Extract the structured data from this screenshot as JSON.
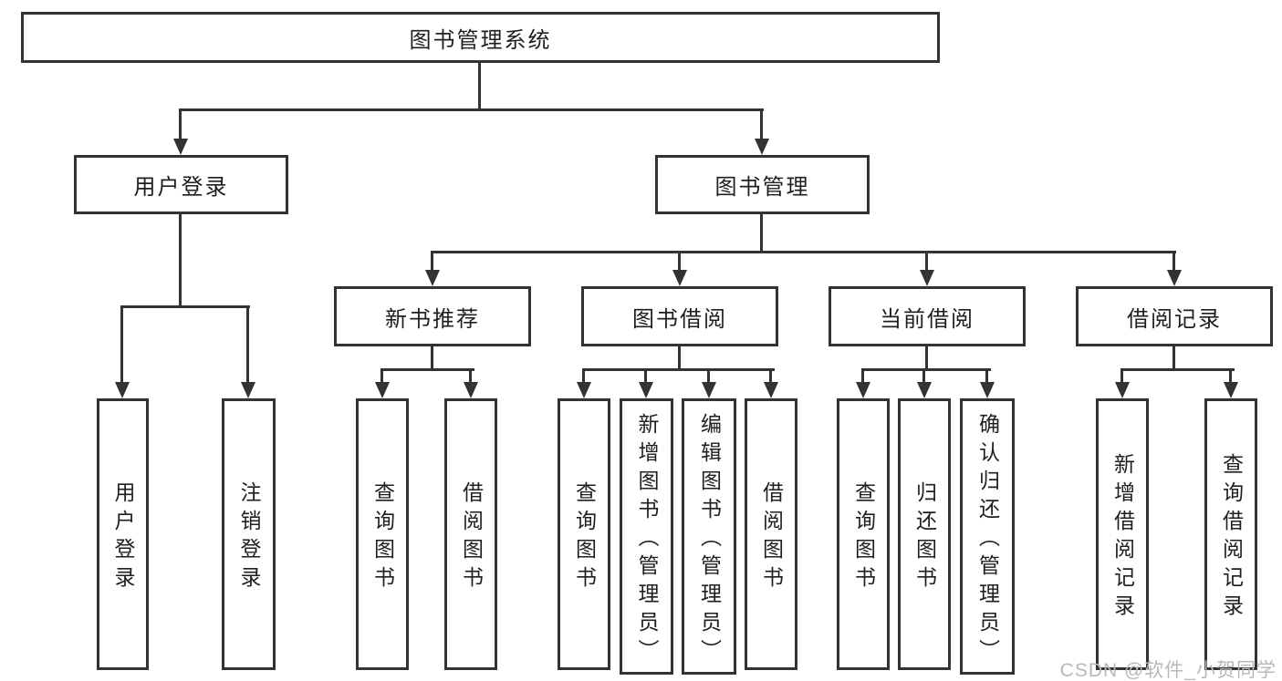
{
  "diagram": {
    "root": {
      "label": "图书管理系统"
    },
    "branches": [
      {
        "label": "用户登录",
        "children": [
          {
            "label": "用户登录"
          },
          {
            "label": "注销登录"
          }
        ]
      },
      {
        "label": "图书管理",
        "children": [
          {
            "label": "新书推荐",
            "children": [
              {
                "label": "查询图书"
              },
              {
                "label": "借阅图书"
              }
            ]
          },
          {
            "label": "图书借阅",
            "children": [
              {
                "label": "查询图书"
              },
              {
                "label": "新增图书（管理员）"
              },
              {
                "label": "编辑图书（管理员）"
              },
              {
                "label": "借阅图书"
              }
            ]
          },
          {
            "label": "当前借阅",
            "children": [
              {
                "label": "查询图书"
              },
              {
                "label": "归还图书"
              },
              {
                "label": "确认归还（管理员）"
              }
            ]
          },
          {
            "label": "借阅记录",
            "children": [
              {
                "label": "新增借阅记录"
              },
              {
                "label": "查询借阅记录"
              }
            ]
          }
        ]
      }
    ]
  },
  "watermark": {
    "label": "CSDN @软件_小贺同学"
  },
  "colors": {
    "line": "#333333",
    "box_background": "#ffffff",
    "text": "#1f1f1f",
    "watermark": "#b5b8bc"
  }
}
